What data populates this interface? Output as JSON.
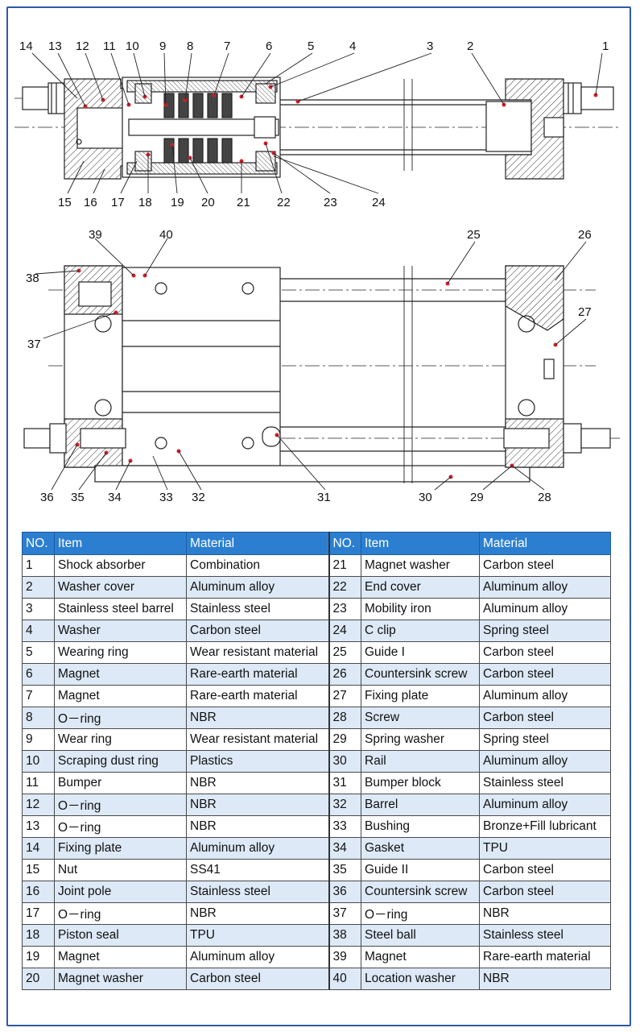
{
  "colors": {
    "frame": "#2f5aa6",
    "header_bg": "#2c7fd0",
    "alt_row": "#dde9f6",
    "marker": "#d0202a"
  },
  "callouts": [
    "1",
    "2",
    "3",
    "4",
    "5",
    "6",
    "7",
    "8",
    "9",
    "10",
    "11",
    "12",
    "13",
    "14",
    "15",
    "16",
    "17",
    "18",
    "19",
    "20",
    "21",
    "22",
    "23",
    "24",
    "25",
    "26",
    "27",
    "28",
    "29",
    "30",
    "31",
    "32",
    "33",
    "34",
    "35",
    "36",
    "37",
    "38",
    "39",
    "40"
  ],
  "table": {
    "headers": [
      "NO.",
      "Item",
      "Material",
      "NO.",
      "Item",
      "Material"
    ],
    "rows": [
      {
        "no": "1",
        "item": "Shock absorber",
        "material": "Combination",
        "no2": "21",
        "item2": "Magnet washer",
        "material2": "Carbon steel"
      },
      {
        "no": "2",
        "item": "Washer cover",
        "material": "Aluminum alloy",
        "no2": "22",
        "item2": "End cover",
        "material2": "Aluminum alloy"
      },
      {
        "no": "3",
        "item": "Stainless steel barrel",
        "material": "Stainless steel",
        "no2": "23",
        "item2": "Mobility iron",
        "material2": "Aluminum alloy"
      },
      {
        "no": "4",
        "item": "Washer",
        "material": "Carbon steel",
        "no2": "24",
        "item2": "C clip",
        "material2": "Spring steel"
      },
      {
        "no": "5",
        "item": "Wearing ring",
        "material": "Wear resistant material",
        "no2": "25",
        "item2": "Guide I",
        "material2": "Carbon steel"
      },
      {
        "no": "6",
        "item": "Magnet",
        "material": "Rare-earth material",
        "no2": "26",
        "item2": "Countersink screw",
        "material2": "Carbon steel"
      },
      {
        "no": "7",
        "item": "Magnet",
        "material": "Rare-earth material",
        "no2": "27",
        "item2": "Fixing plate",
        "material2": "Aluminum alloy"
      },
      {
        "no": "8",
        "item": "O－ring",
        "material": "NBR",
        "no2": "28",
        "item2": "Screw",
        "material2": "Carbon steel"
      },
      {
        "no": "9",
        "item": "Wear ring",
        "material": "Wear resistant material",
        "no2": "29",
        "item2": "Spring washer",
        "material2": "Spring steel"
      },
      {
        "no": "10",
        "item": "Scraping dust ring",
        "material": "Plastics",
        "no2": "30",
        "item2": "Rail",
        "material2": "Aluminum alloy"
      },
      {
        "no": "11",
        "item": "Bumper",
        "material": "NBR",
        "no2": "31",
        "item2": "Bumper block",
        "material2": "Stainless steel"
      },
      {
        "no": "12",
        "item": "O－ring",
        "material": "NBR",
        "no2": "32",
        "item2": "Barrel",
        "material2": "Aluminum alloy"
      },
      {
        "no": "13",
        "item": "O－ring",
        "material": "NBR",
        "no2": "33",
        "item2": "Bushing",
        "material2": "Bronze+Fill lubricant"
      },
      {
        "no": "14",
        "item": "Fixing plate",
        "material": "Aluminum alloy",
        "no2": "34",
        "item2": "Gasket",
        "material2": "TPU"
      },
      {
        "no": "15",
        "item": "Nut",
        "material": "SS41",
        "no2": "35",
        "item2": "Guide II",
        "material2": "Carbon steel"
      },
      {
        "no": "16",
        "item": "Joint pole",
        "material": "Stainless steel",
        "no2": "36",
        "item2": "Countersink screw",
        "material2": "Carbon steel"
      },
      {
        "no": "17",
        "item": "O－ring",
        "material": "NBR",
        "no2": "37",
        "item2": "O－ring",
        "material2": "NBR"
      },
      {
        "no": "18",
        "item": "Piston seal",
        "material": "TPU",
        "no2": "38",
        "item2": "Steel ball",
        "material2": "Stainless steel"
      },
      {
        "no": "19",
        "item": "Magnet",
        "material": "Aluminum alloy",
        "no2": "39",
        "item2": "Magnet",
        "material2": "Rare-earth material"
      },
      {
        "no": "20",
        "item": "Magnet washer",
        "material": "Carbon steel",
        "no2": "40",
        "item2": "Location washer",
        "material2": "NBR"
      }
    ]
  }
}
